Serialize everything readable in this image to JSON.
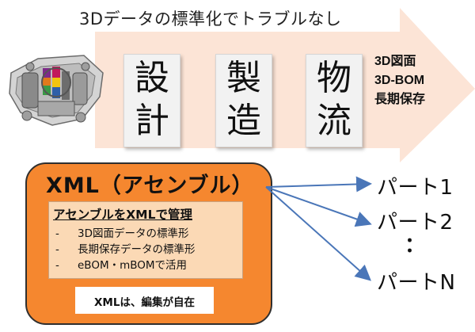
{
  "headline": "3Dデータの標準化でトラブルなし",
  "process": [
    {
      "top": "設",
      "bottom": "計"
    },
    {
      "top": "製",
      "bottom": "造"
    },
    {
      "top": "物",
      "bottom": "流"
    }
  ],
  "effects": [
    "3D図面",
    "3D-BOM",
    "長期保存"
  ],
  "xml_box": {
    "title": "XML（アセンブル）",
    "inner_title": "アセンブルをXMLで管理",
    "items": [
      {
        "dash": "-",
        "text": "3D図面データの標準形"
      },
      {
        "dash": "-",
        "text": "長期保存データの標準形"
      },
      {
        "dash": "-",
        "text": "eBOM・mBOMで活用"
      }
    ],
    "note": "XMLは、編集が自在"
  },
  "parts": {
    "part1": "パート1",
    "part2": "パート2",
    "ellipsis": "：",
    "partN": "パートN"
  },
  "colors": {
    "arrow_fill": "#fce4d6",
    "xml_box_fill": "#f5872f",
    "inner_box_fill": "#fbd9b5",
    "link_arrow": "#4a76b8"
  },
  "icons": {
    "machine": "engine-assembly-image"
  }
}
